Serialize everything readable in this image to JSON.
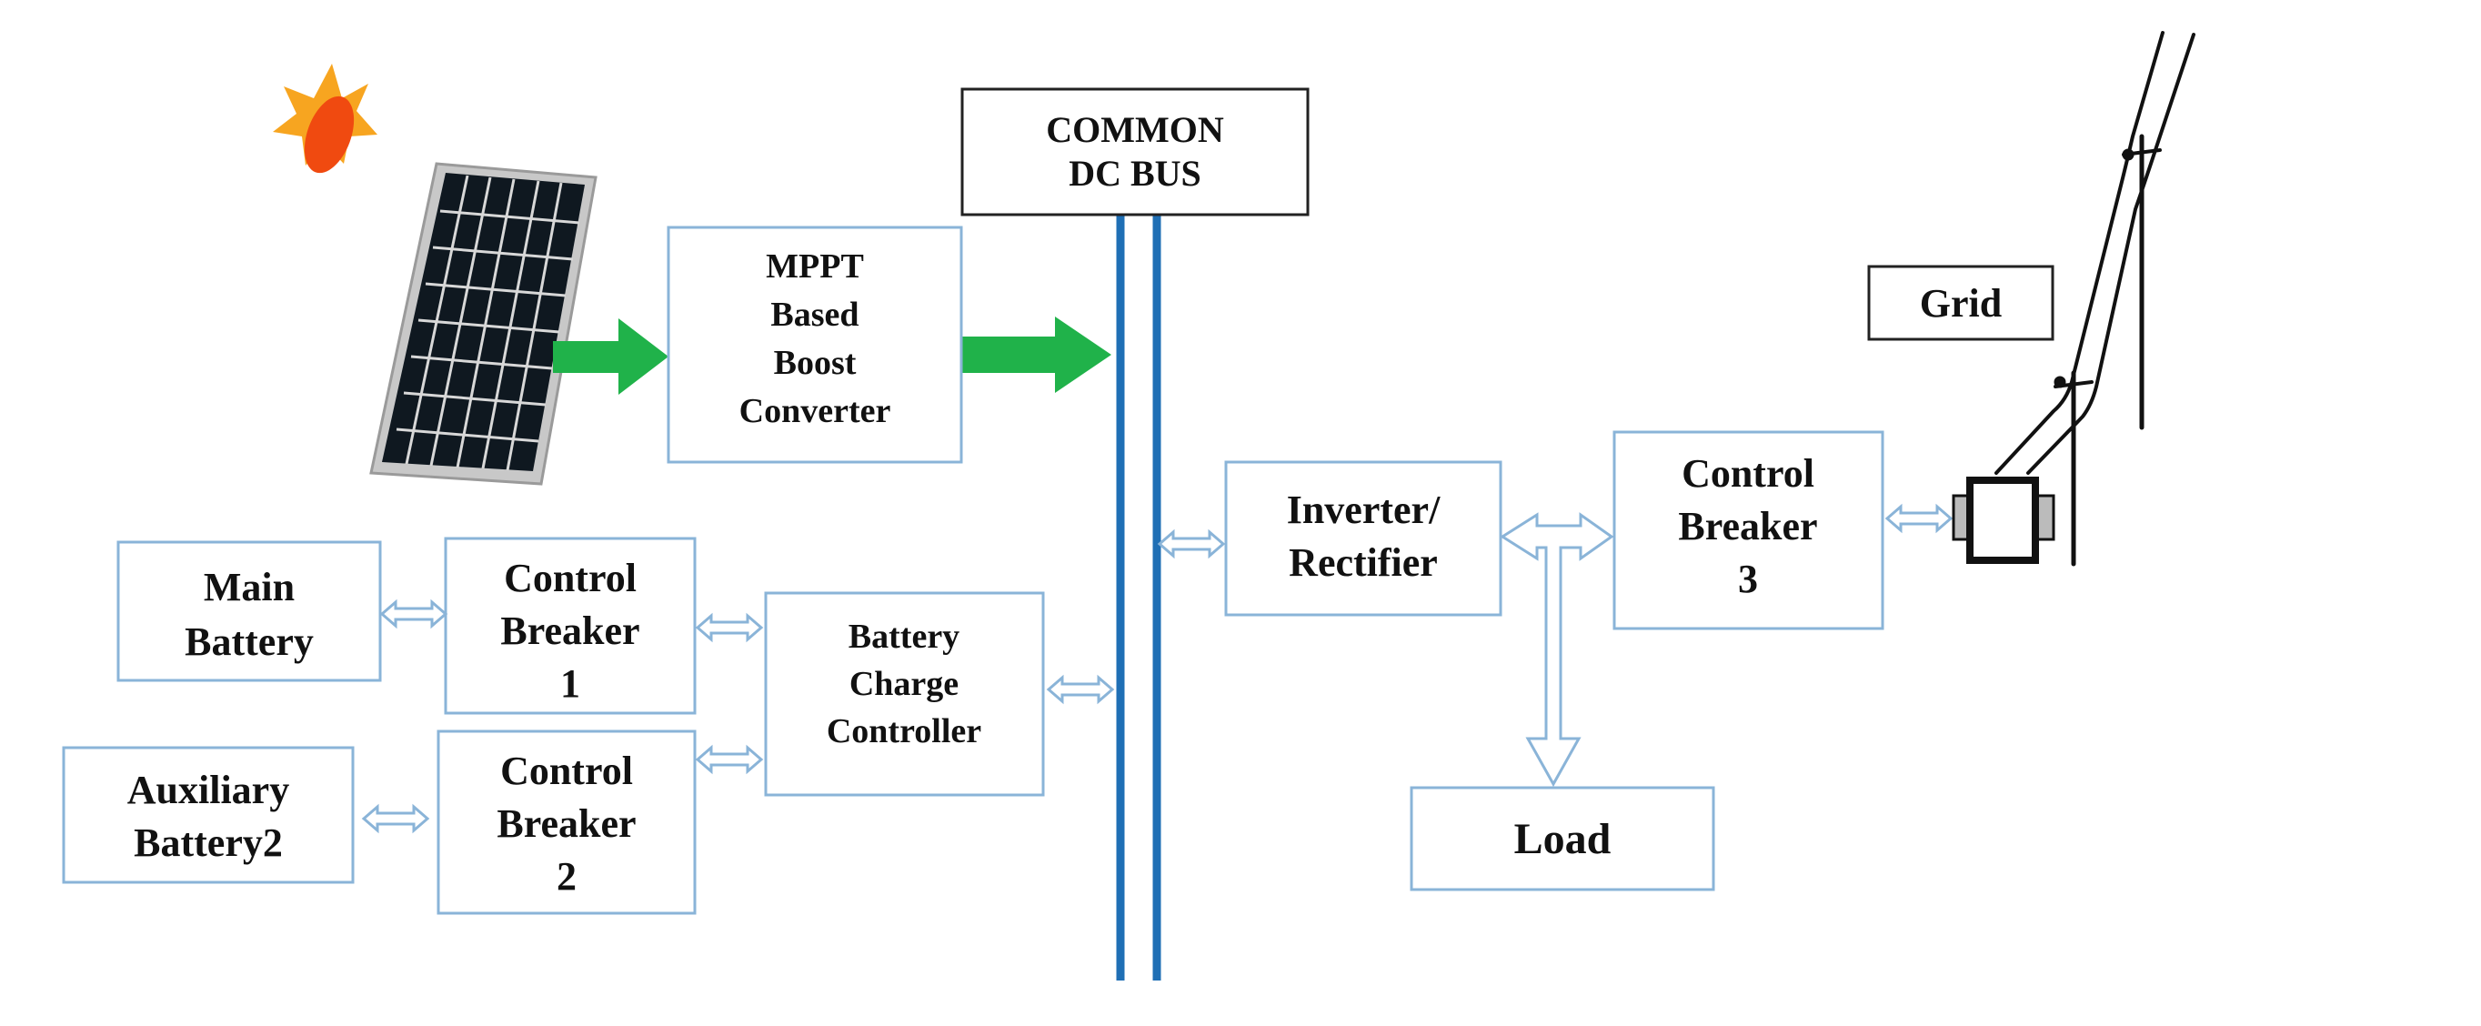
{
  "colors": {
    "block_border": "#8ab4d8",
    "bus": "#1f6fb5",
    "flow_arrow": "#20b24a",
    "bidirectional_arrow": "#8ab4d8",
    "sun": "#f04a10",
    "sun_rays": "#f7a520",
    "panel": "#101820",
    "text": "#111111"
  },
  "blocks": {
    "common_dc_bus": [
      "COMMON",
      "DC BUS"
    ],
    "mppt_converter": [
      "MPPT",
      "Based",
      "Boost",
      "Converter"
    ],
    "grid": [
      "Grid"
    ],
    "main_battery": [
      "Main",
      "Battery"
    ],
    "control_breaker_1": [
      "Control",
      "Breaker",
      "1"
    ],
    "battery_charge_controller": [
      "Battery",
      "Charge",
      "Controller"
    ],
    "auxiliary_battery": [
      "Auxiliary",
      "Battery2"
    ],
    "control_breaker_2": [
      "Control",
      "Breaker",
      "2"
    ],
    "inverter_rectifier": [
      "Inverter/",
      "Rectifier"
    ],
    "control_breaker_3": [
      "Control",
      "Breaker",
      "3"
    ],
    "load": [
      "Load"
    ]
  },
  "icons": [
    "sun-icon",
    "solar-panel-icon",
    "transmission-tower-icon",
    "meter-icon"
  ]
}
